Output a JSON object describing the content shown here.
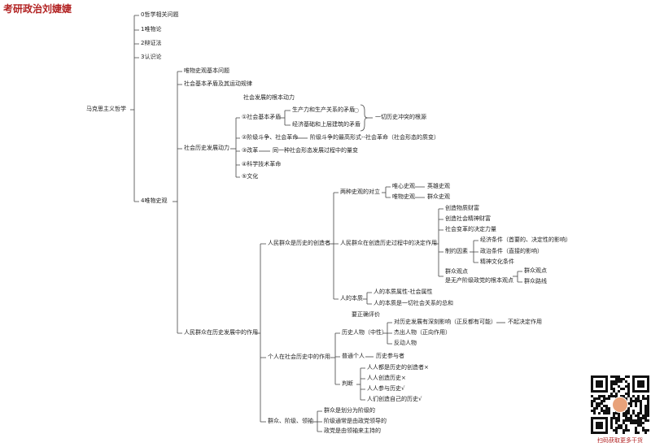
{
  "brand": "考研政治刘婕婕",
  "root": "马克思主义哲学",
  "level1": {
    "philosophy": "0哲学相关问题",
    "materialism": "1唯物论",
    "dialectics": "2辩证法",
    "epistemology": "3认识论",
    "historical": "4唯物史观"
  },
  "hist": {
    "basic": "唯物史观基本问题",
    "contradiction": "社会基本矛盾及其运动规律",
    "motive_title": "社会发展的根本动力",
    "motive": "社会历史发展动力",
    "masses_role": "人民群众在历史发展中的作用"
  },
  "motive": {
    "basic": "①社会基本矛盾",
    "prod": "生产力和生产关系的矛盾",
    "base": "经济基础和上层建筑的矛盾",
    "root": "一切历史冲突的根源",
    "class": "②阶级斗争、社会革命",
    "class_desc": "阶级斗争的最高形式--社会革命（社会形态的质变）",
    "reform": "③改革",
    "reform_desc": "同一种社会形态发展过程中的量变",
    "tech": "④科学技术革命",
    "culture": "⑤文化"
  },
  "creators": {
    "title": "人民群众是历史的创造者",
    "two_views": "两种史观的对立",
    "idealist": "唯心史观",
    "hero": "英雄史观",
    "materialist": "唯物史观",
    "mass": "群众史观",
    "decisive": "人民群众在创造历史过程中的决定作用",
    "d1": "创造物质财富",
    "d2": "创造社会精神财富",
    "d3": "社会变革的决定力量",
    "restrict": "制约因素",
    "r1": "经济条件（首要的、决定性的影响）",
    "r2": "政治条件（直接的影响）",
    "r3": "精神文化条件",
    "mass_view1": "群众观点",
    "mass_view2": "是无产阶级政党的根本观点",
    "mv1": "群众观点",
    "mv2": "群众路线",
    "nature": "人的本质",
    "n1": "人的本质属性-社会属性",
    "n2": "人的本质是一切社会关系的总和"
  },
  "individual": {
    "eval": "要正确评价",
    "title": "个人在社会历史中的作用",
    "figures": "历史人物（中性）",
    "f1": "对历史发展有深刻影响（正反都有可能）",
    "f1_note": "不起决定作用",
    "f2": "杰出人物（正向作用）",
    "f3": "反动人物",
    "ordinary": "普通个人",
    "ordinary_desc": "历史参与者",
    "judge": "判断",
    "j1": "人人都是历史的创造者×",
    "j2": "人人创造历史×",
    "j3": "人人参与历史√",
    "j4": "人们创造自己的历史√"
  },
  "leaders": {
    "title": "群众、阶级、领袖",
    "l1": "群众是划分为阶级的",
    "l2": "阶级通常是由政党领导的",
    "l3": "政党是由领袖来主持的"
  },
  "qr_caption": "扫码获取更多干货"
}
